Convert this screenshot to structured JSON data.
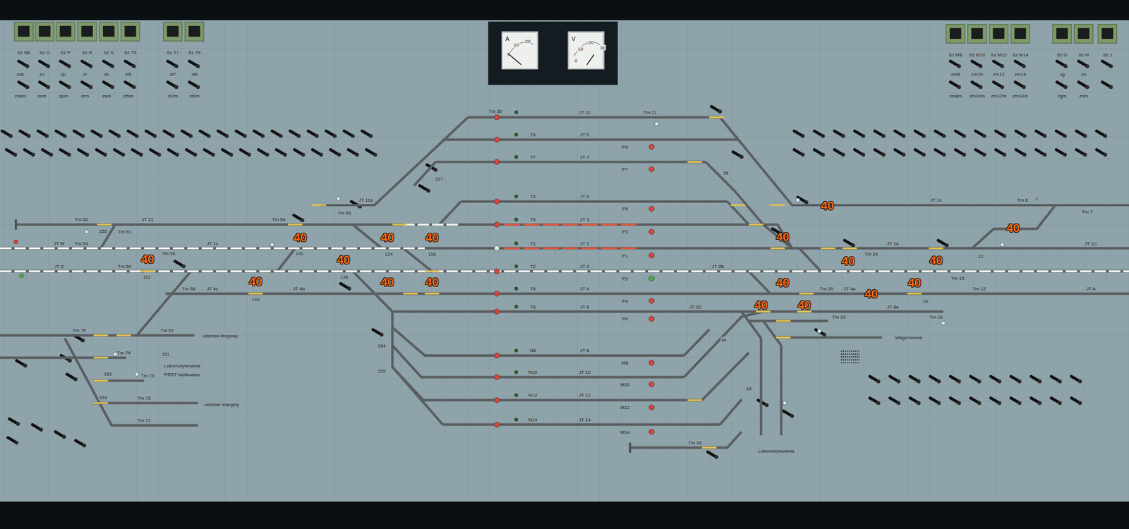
{
  "diagram": {
    "nodes": [
      {
        "text": [
          "A"
        ]
      },
      {
        "text": [
          "V"
        ]
      }
    ],
    "labels": [
      "Sz N6",
      "Sz O",
      "Sz P",
      "Sz R",
      "Sz S",
      "Sz T5",
      "Sz T7",
      "Sz T9",
      "Sz M8",
      "Sz M10",
      "Sz M12",
      "Sz M14",
      "Sz G",
      "Sz H",
      "Sz J",
      "zs6",
      "zo",
      "zp",
      "zr",
      "zs",
      "zt5",
      "zt7",
      "zt9",
      "zm8",
      "zm10",
      "zm12",
      "zm14",
      "zg",
      "zh",
      "zs6m",
      "zom",
      "zpm",
      "zrm",
      "zsm",
      "zt5m",
      "zt7m",
      "zt9m",
      "zm8m",
      "zm10m",
      "zm12m",
      "zm14m",
      "zgm",
      "zhm",
      "10",
      "20",
      "0",
      "10",
      "20",
      "30",
      "JT 11",
      "Tm 21",
      "JT 9",
      "JT 7",
      "JT 5",
      "JT 3",
      "JT 1",
      "JT 2",
      "JT 4",
      "JT 6",
      "JT 8",
      "JT 10",
      "JT 12",
      "JT 14",
      "JT 21",
      "JT W",
      "JT 1z",
      "JT Z",
      "JT 4b",
      "JT 4c",
      "JT 11a",
      "JT 2B",
      "JT 2C",
      "JT 1a",
      "JT 1C",
      "JT 1x",
      "JT A",
      "JT 4a",
      "JT 8a",
      "Tm 52",
      "Tm 51",
      "Tm 53",
      "Tm 50",
      "Tm 54",
      "Tm 55",
      "Tm 56",
      "Tm 58",
      "Tm 57",
      "Tm 75",
      "Tm 74",
      "Tm 73",
      "Tm 72",
      "Tm 71",
      "Tm 30",
      "Tm 24",
      "Tm 23",
      "Tm 15",
      "Tm 6",
      "Tm 7",
      "Tm 12",
      "Tm 16",
      "Tm 18",
      "Tm 20",
      "T9",
      "T7",
      "T5",
      "T3",
      "T1",
      "T2",
      "T4",
      "T6",
      "N8",
      "N10",
      "N12",
      "N14",
      "P9",
      "P7",
      "P5",
      "P3",
      "P1",
      "P2",
      "P4",
      "P6",
      "M8",
      "M10",
      "M12",
      "M14",
      "odcinek drogowy",
      "Lokomotywownia",
      "PRST Idzikowice",
      "odcinek stacyjny",
      "Wagonownia",
      "Lokomotywownia",
      "155",
      "141",
      "143",
      "136",
      "127",
      "124",
      "118",
      "112",
      "151",
      "152",
      "153",
      "154",
      "155",
      "35",
      "34",
      "24",
      "16",
      "12",
      "1",
      "40",
      "40",
      "40",
      "40",
      "40",
      "40",
      "40",
      "40",
      "40",
      "40",
      "40",
      "40",
      "40",
      "40",
      "40",
      "40",
      "40",
      "40"
    ]
  }
}
